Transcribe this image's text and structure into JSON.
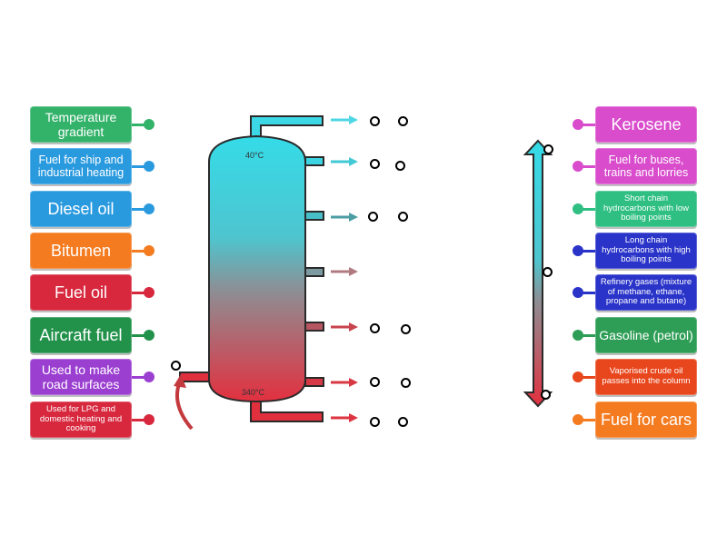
{
  "colors": {
    "green": "#33b26a",
    "blue": "#2a9adf",
    "orange": "#f57b20",
    "red": "#d7283e",
    "dark_green": "#22924b",
    "purple": "#9b3fd1",
    "magenta": "#d94ccc",
    "teal": "#2fbf82",
    "navy": "#2a34c9",
    "olive_green": "#2e9e56",
    "red_orange": "#e8461c",
    "column_top": "#3bd9e8",
    "column_bottom": "#e03040"
  },
  "left_labels": [
    {
      "text": "Temperature gradient",
      "color": "#33b26a"
    },
    {
      "text": "Fuel for ship and industrial heating",
      "color": "#2a9adf"
    },
    {
      "text": "Diesel oil",
      "color": "#2a9adf"
    },
    {
      "text": "Bitumen",
      "color": "#f57b20"
    },
    {
      "text": "Fuel oil",
      "color": "#d7283e"
    },
    {
      "text": "Aircraft fuel",
      "color": "#22924b"
    },
    {
      "text": "Used to make road surfaces",
      "color": "#9b3fd1"
    },
    {
      "text": "Used for LPG and domestic heating and cooking",
      "color": "#d7283e"
    }
  ],
  "right_labels": [
    {
      "text": "Kerosene",
      "color": "#d94ccc"
    },
    {
      "text": "Fuel for buses, trains and lorries",
      "color": "#d94ccc"
    },
    {
      "text": "Short chain hydrocarbons with low boiling points",
      "color": "#2fbf82"
    },
    {
      "text": "Long chain hydrocarbons with high boiling points",
      "color": "#2a34c9"
    },
    {
      "text": "Refinery gases (mixture of methane, ethane, propane and butane)",
      "color": "#2a34c9"
    },
    {
      "text": "Gasoline (petrol)",
      "color": "#2e9e56"
    },
    {
      "text": "Vaporised crude oil passes into the column",
      "color": "#e8461c"
    },
    {
      "text": "Fuel for cars",
      "color": "#f57b20"
    }
  ],
  "diagram": {
    "top_temp": "40°C",
    "bottom_temp": "340°C"
  }
}
